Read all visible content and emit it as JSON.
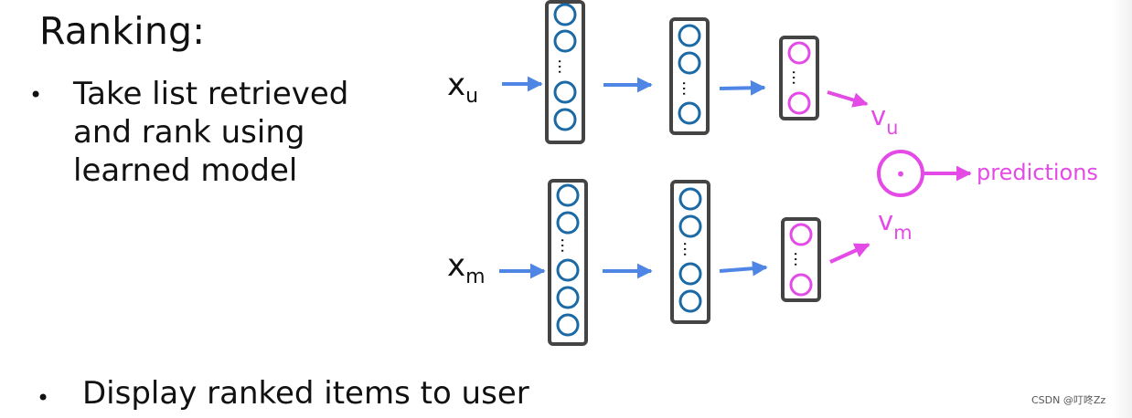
{
  "slide": {
    "title": "Ranking:",
    "bullets": [
      {
        "marker": "•",
        "text": "Take list retrieved and rank using learned model"
      },
      {
        "marker": "•",
        "text": "Display ranked items to user"
      }
    ]
  },
  "diagram": {
    "inputs": {
      "user": {
        "main": "x",
        "sub": "u"
      },
      "movie": {
        "main": "x",
        "sub": "m"
      }
    },
    "vectors": {
      "user": {
        "main": "v",
        "sub": "u"
      },
      "movie": {
        "main": "v",
        "sub": "m"
      }
    },
    "combine_symbol": "•",
    "output_label": "predictions"
  },
  "colors": {
    "blue_arrow": "#4f86e6",
    "layer_circle": "#1b6aa6",
    "pink": "#e44be6",
    "box_border": "#444444"
  },
  "watermark": {
    "text": "CSDN @叮咚Zz"
  }
}
